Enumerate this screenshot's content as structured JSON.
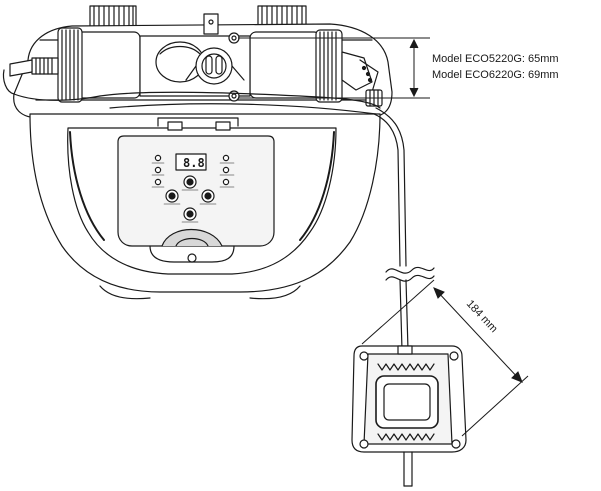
{
  "annotations": {
    "model_line_1": "Model ECO5220G: 65mm",
    "model_line_2": "Model ECO6220G: 69mm",
    "length_label": "184 mm"
  },
  "display_readout": "8.8",
  "colors": {
    "line": "#1a1a1a",
    "body_fill": "#ffffff",
    "panel_fill": "#f4f4f4",
    "shade": "#bdbdbd"
  }
}
